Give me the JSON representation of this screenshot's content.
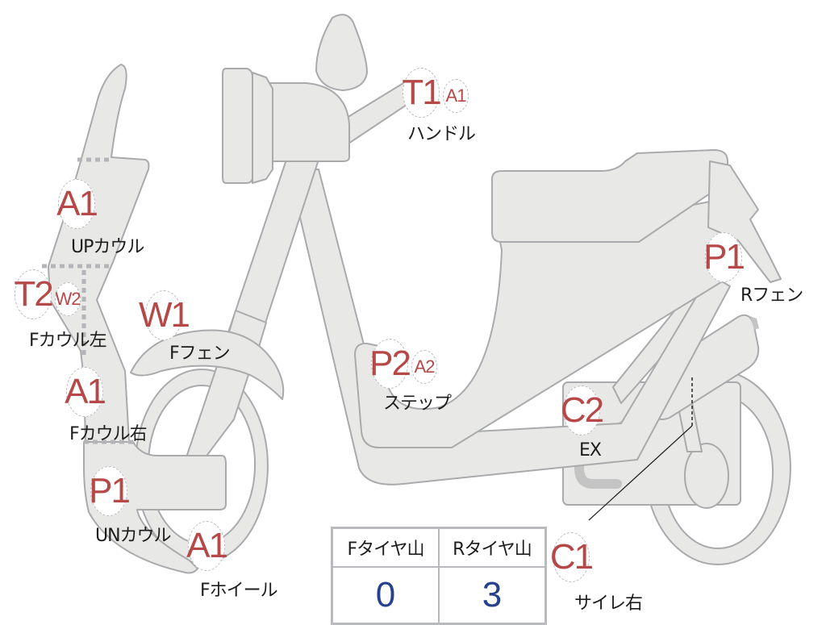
{
  "diagram": {
    "type": "motorcycle-damage-inspection-sheet",
    "colors": {
      "damage_code": "#b64848",
      "tread_value": "#27418c",
      "part_fill": "#e8e8e6",
      "part_outline": "#a9aaac"
    },
    "markers": [
      {
        "id": "handle",
        "codes": [
          "T1",
          "A1"
        ],
        "label": "ハンドル"
      },
      {
        "id": "up-cowl",
        "codes": [
          "A1"
        ],
        "label": "UPカウル"
      },
      {
        "id": "f-cowl-left",
        "codes": [
          "T2",
          "W2"
        ],
        "label": "Fカウル左"
      },
      {
        "id": "f-fender",
        "codes": [
          "W1"
        ],
        "label": "Fフェン"
      },
      {
        "id": "f-cowl-right",
        "codes": [
          "A1"
        ],
        "label": "Fカウル右"
      },
      {
        "id": "under-cowl",
        "codes": [
          "P1"
        ],
        "label": "UNカウル"
      },
      {
        "id": "f-wheel",
        "codes": [
          "A1"
        ],
        "label": "Fホイール"
      },
      {
        "id": "step",
        "codes": [
          "P2",
          "A2"
        ],
        "label": "ステップ"
      },
      {
        "id": "r-fender",
        "codes": [
          "P1"
        ],
        "label": "Rフェン"
      },
      {
        "id": "exhaust",
        "codes": [
          "C2"
        ],
        "label": "EX"
      },
      {
        "id": "silencer-right",
        "codes": [
          "C1"
        ],
        "label": "サイレ右"
      }
    ]
  },
  "tread_table": {
    "headers": [
      "Fタイヤ山",
      "Rタイヤ山"
    ],
    "values": [
      "0",
      "3"
    ]
  }
}
